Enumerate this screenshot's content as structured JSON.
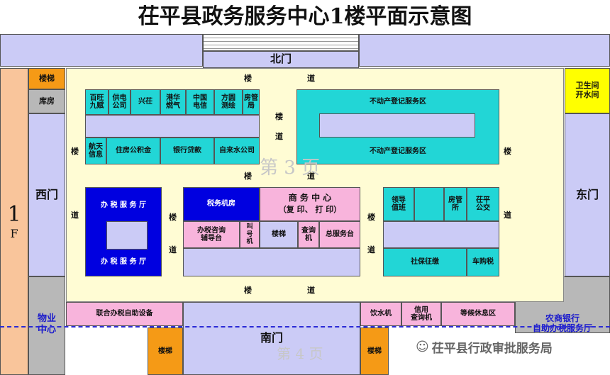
{
  "title": "茌平县政务服务中心1楼平面示意图",
  "floor": {
    "number": "1",
    "letter": "F"
  },
  "gates": {
    "north": "北门",
    "south": "南门",
    "west": "西门",
    "east": "东门"
  },
  "corridor_char_1": "楼",
  "corridor_char_2": "道",
  "page_marks": {
    "p3": "第 3 页",
    "p4": "第 4 页"
  },
  "rooms": {
    "stairs": "楼梯",
    "storage": "库房",
    "restroom": "卫生间\n开水间",
    "property_center": "物业\n中心",
    "bank": "农商银行\n自助办税服务厅",
    "row1": [
      "百旺\n九赋",
      "供电\n公司",
      "兴茌",
      "港华\n燃气",
      "中国\n电信",
      "方圆\n测绘",
      "房管\n局"
    ],
    "row2": [
      "航天\n信息",
      "住房公积金",
      "银行贷款",
      "自来水公司"
    ],
    "real_estate": "不动产登记服务区",
    "tax_hall": "办 税 服 务 厅",
    "tax_machine_room": "税务机房",
    "business_center_1": "商 务 中 心",
    "business_center_2": "（复 印、 打 印）",
    "tax_consult": "办税咨询\n辅导台",
    "call_machine": "叫\n号\n机",
    "query_machine": "查询\n机",
    "general_service": "总服务台",
    "right_top": [
      "领导\n值班",
      "房管\n所",
      "茌平\n公交"
    ],
    "social_security": "社保征缴",
    "car_tax": "车购税",
    "joint_tax_self_service": "联合办税自助设备",
    "water_dispenser": "饮水机",
    "credit_query": "信用\n查询机",
    "waiting_area": "等候休息区"
  },
  "watermark_text": "茌平县行政审批服务局",
  "colors": {
    "blue": "#0000e0",
    "cyan": "#22d6d6",
    "lavender": "#cbcbf6",
    "pink": "#f8b4dc",
    "orange": "#f59a16",
    "yellow": "#ffff00",
    "corridor": "#fffcd4",
    "peach": "#f9c59b"
  }
}
